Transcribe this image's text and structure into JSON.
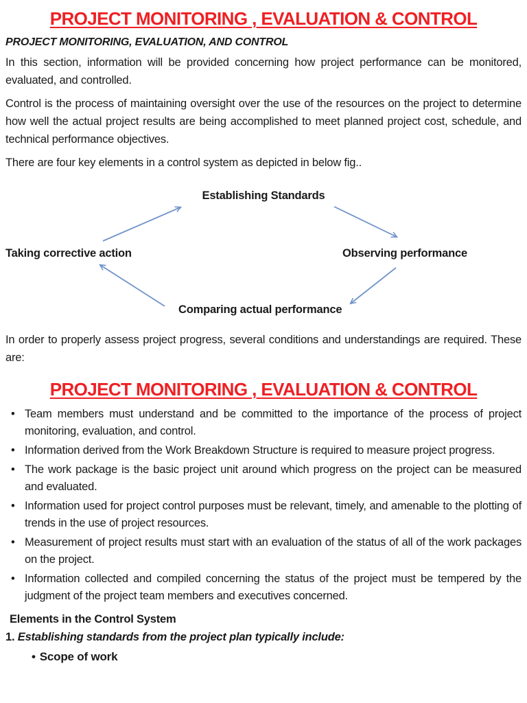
{
  "colors": {
    "title_red": "#ee2024",
    "arrow_blue": "#7193c9",
    "text_black": "#1a1a1a"
  },
  "header": {
    "title": "PROJECT MONITORING , EVALUATION & CONTROL",
    "subtitle": "PROJECT MONITORING, EVALUATION, AND CONTROL"
  },
  "intro": {
    "p1": "In this section, information will be provided concerning how project performance can be monitored, evaluated, and controlled.",
    "p2": "Control is the process of maintaining oversight over the use of the resources on the project to determine how well the actual project results are being accomplished to meet planned project cost, schedule, and technical performance objectives.",
    "p3": "There are four key elements in a control system as depicted in below fig.."
  },
  "diagram": {
    "top": "Establishing Standards",
    "right": "Observing performance",
    "bottom": "Comparing actual performance",
    "left": "Taking corrective action"
  },
  "assessment": {
    "p": "In order to properly assess project progress, several conditions and understandings are required. These are:"
  },
  "section2": {
    "title": "PROJECT MONITORING , EVALUATION & CONTROL",
    "bullet_marker": "•",
    "bullets": [
      "Team members must understand and be committed to the importance of the process of project monitoring, evaluation, and control.",
      "Information derived from the Work Breakdown Structure is required to measure project progress.",
      "The work package is the basic project unit around which progress on the project can be measured and evaluated.",
      "Information used for project control purposes must be relevant, timely, and amenable to the plotting of trends in the use of project resources.",
      "Measurement of project results must start with an evaluation of the status of all of the work packages on the project.",
      "Information collected and compiled concerning the status of the project must be tempered by the judgment of the project team members and executives concerned."
    ]
  },
  "elements_section": {
    "heading": "Elements in the Control System",
    "item_number": "1.",
    "item_text": "Establishing standards from the project plan typically include:",
    "sub_bullet_marker": "•",
    "sub_bullets": [
      "Scope of work"
    ]
  }
}
